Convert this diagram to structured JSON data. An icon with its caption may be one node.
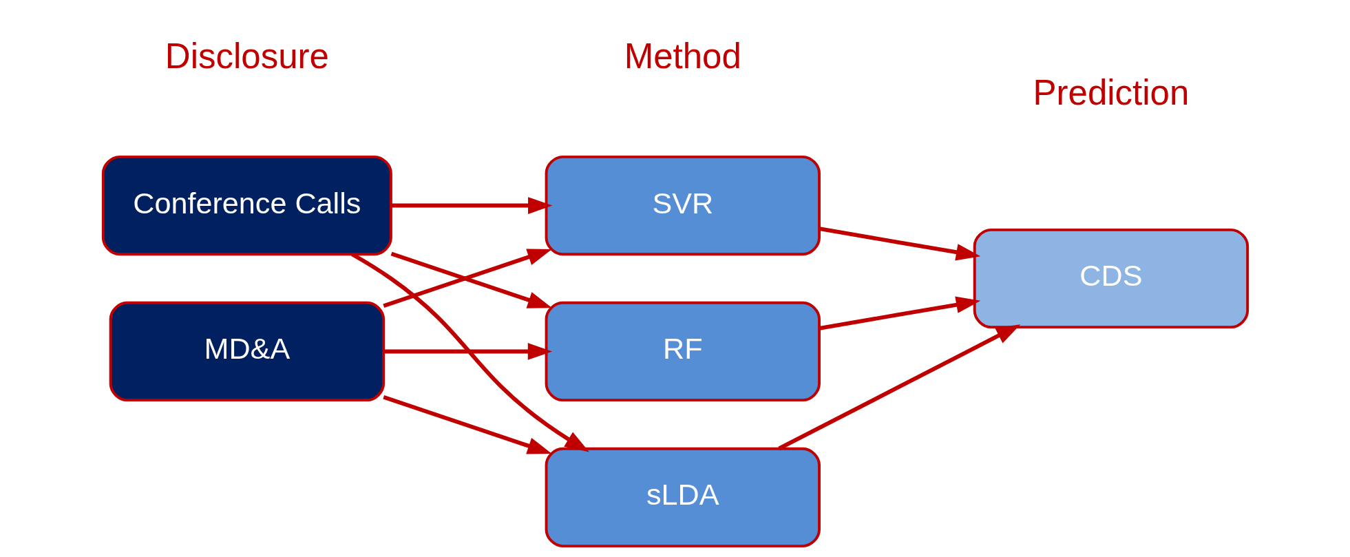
{
  "diagram": {
    "nodes": [
      {
        "text": [
          "Conference Calls"
        ]
      },
      {
        "text": [
          "MD&A"
        ]
      },
      {
        "text": [
          "SVR"
        ]
      },
      {
        "text": [
          "RF"
        ]
      },
      {
        "text": [
          "sLDA"
        ]
      },
      {
        "text": [
          "CDS"
        ]
      }
    ],
    "edges": [
      {
        "from": 0,
        "to": 2,
        "arrow": "to"
      },
      {
        "from": 0,
        "to": 3,
        "arrow": "to"
      },
      {
        "from": 0,
        "to": 4,
        "arrow": "to"
      },
      {
        "from": 1,
        "to": 2,
        "arrow": "to"
      },
      {
        "from": 1,
        "to": 3,
        "arrow": "to"
      },
      {
        "from": 1,
        "to": 4,
        "arrow": "to"
      },
      {
        "from": 2,
        "to": 5,
        "arrow": "to"
      },
      {
        "from": 3,
        "to": 5,
        "arrow": "to"
      },
      {
        "from": 4,
        "to": 5,
        "arrow": "to"
      }
    ],
    "labels": [
      "Disclosure",
      "Method",
      "Prediction"
    ]
  }
}
